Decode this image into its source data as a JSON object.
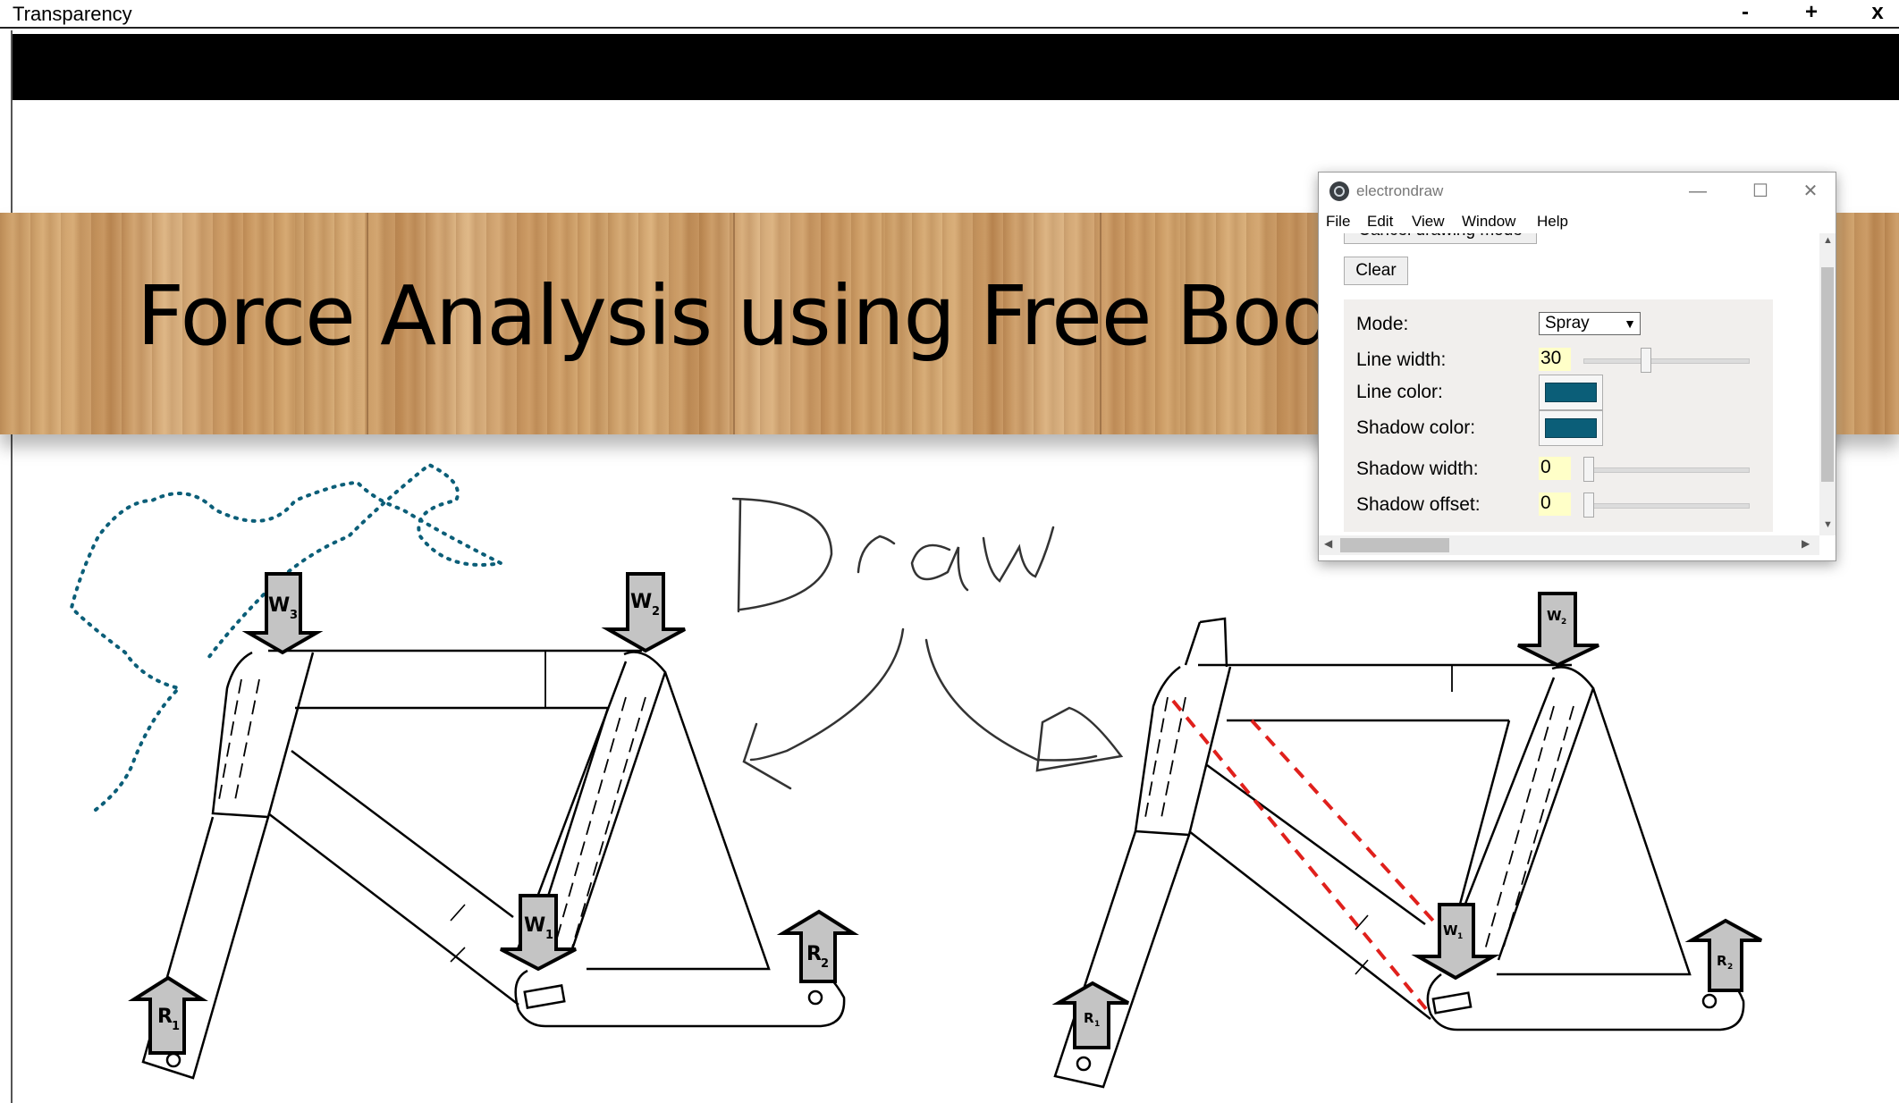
{
  "window": {
    "title": "Transparency",
    "minimize": "-",
    "maximize": "+",
    "close": "x"
  },
  "slide": {
    "title": "Force Analysis using Free Body Dia"
  },
  "drawing": {
    "handwritten_text": "Draw",
    "left_frame_labels": {
      "w3": "W",
      "w3_sub": "3",
      "w2": "W",
      "w2_sub": "2",
      "w1": "W",
      "w1_sub": "1",
      "r1": "R",
      "r1_sub": "1",
      "r2": "R",
      "r2_sub": "2"
    },
    "right_frame_labels": {
      "w2": "W",
      "w2_sub": "2",
      "w1": "W",
      "w1_sub": "1",
      "r1": "R",
      "r1_sub": "1",
      "r2": "R",
      "r2_sub": "2"
    },
    "spray_color": "#0b5e78",
    "dashed_line_color": "#e0201c"
  },
  "electrondraw": {
    "title": "electrondraw",
    "menu": [
      "File",
      "Edit",
      "View",
      "Window",
      "Help"
    ],
    "cancel_label": "Cancel drawing mode",
    "clear_label": "Clear",
    "mode_label": "Mode:",
    "mode_value": "Spray",
    "line_width_label": "Line width:",
    "line_width_value": "30",
    "line_color_label": "Line color:",
    "shadow_color_label": "Shadow color:",
    "shadow_width_label": "Shadow width:",
    "shadow_width_value": "0",
    "shadow_offset_label": "Shadow offset:",
    "shadow_offset_value": "0",
    "line_color": "#0b5e78",
    "shadow_color": "#0b5e78"
  }
}
